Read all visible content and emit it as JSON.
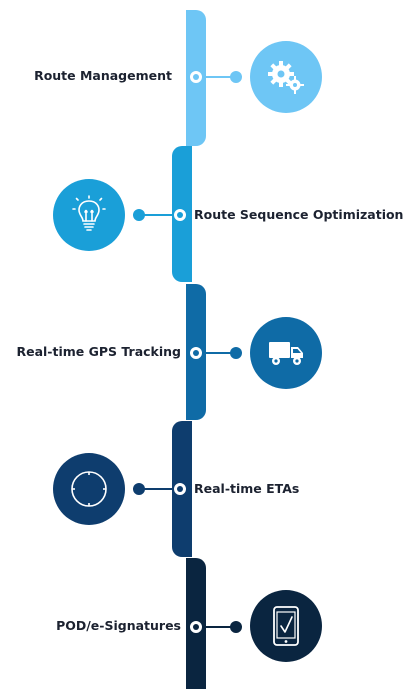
{
  "steps": [
    {
      "label": "Route Management",
      "color": "#6ec6f5",
      "icon": "gears-icon"
    },
    {
      "label": "Route Sequence Optimization",
      "color": "#1a9fd8",
      "icon": "lightbulb-icon"
    },
    {
      "label": "Real-time GPS Tracking",
      "color": "#0f6ba6",
      "icon": "truck-icon"
    },
    {
      "label": "Real-time ETAs",
      "color": "#0e3d6e",
      "icon": "clock-icon"
    },
    {
      "label": "POD/e-Signatures",
      "color": "#0a2540",
      "icon": "tablet-check-icon"
    }
  ]
}
